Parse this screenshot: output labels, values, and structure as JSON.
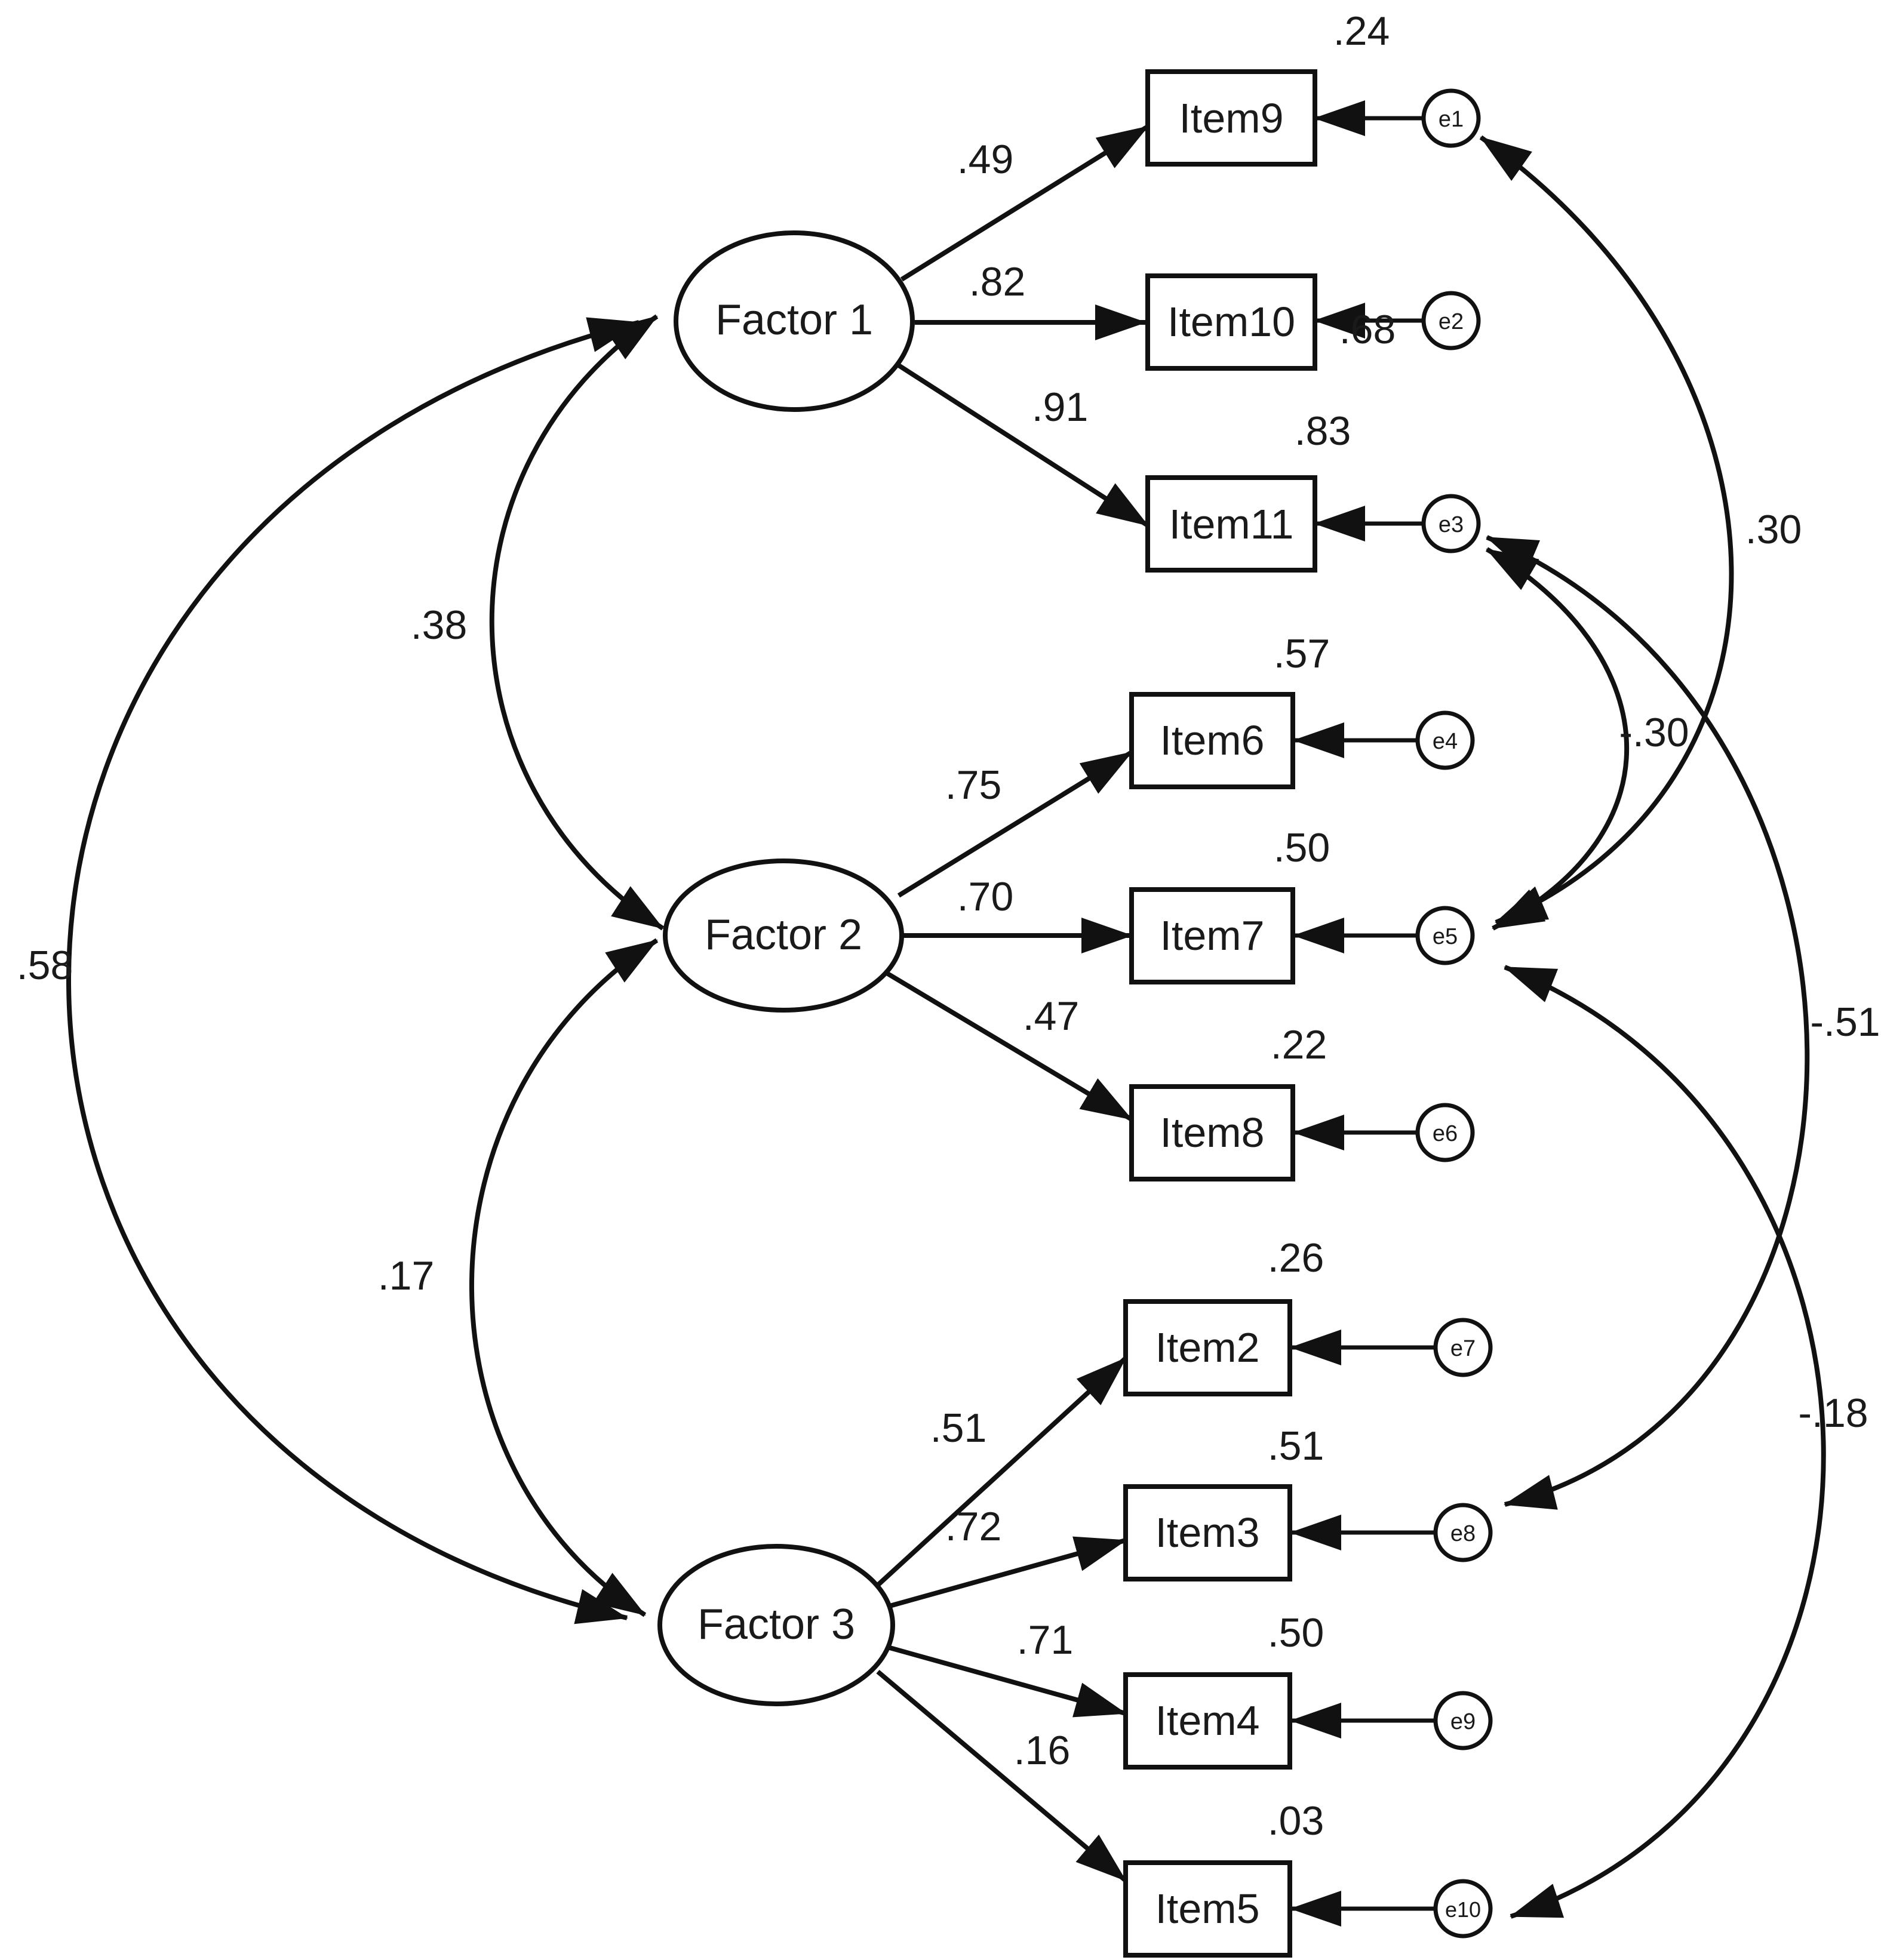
{
  "colors": {
    "stroke": "#111111",
    "text": "#1a1a1a",
    "background": "#ffffff"
  },
  "factors": [
    {
      "id": "f1",
      "label": "Factor 1"
    },
    {
      "id": "f2",
      "label": "Factor 2"
    },
    {
      "id": "f3",
      "label": "Factor 3"
    }
  ],
  "items": [
    {
      "id": "i9",
      "label": "Item9",
      "r2": ".24",
      "factor": "f1",
      "loading": ".49",
      "error": "e1"
    },
    {
      "id": "i10",
      "label": "Item10",
      "r2": ".68",
      "factor": "f1",
      "loading": ".82",
      "error": "e2"
    },
    {
      "id": "i11",
      "label": "Item11",
      "r2": ".83",
      "factor": "f1",
      "loading": ".91",
      "error": "e3"
    },
    {
      "id": "i6",
      "label": "Item6",
      "r2": ".57",
      "factor": "f2",
      "loading": ".75",
      "error": "e4"
    },
    {
      "id": "i7",
      "label": "Item7",
      "r2": ".50",
      "factor": "f2",
      "loading": ".70",
      "error": "e5"
    },
    {
      "id": "i8",
      "label": "Item8",
      "r2": ".22",
      "factor": "f2",
      "loading": ".47",
      "error": "e6"
    },
    {
      "id": "i2",
      "label": "Item2",
      "r2": ".26",
      "factor": "f3",
      "loading": ".51",
      "error": "e7"
    },
    {
      "id": "i3",
      "label": "Item3",
      "r2": ".51",
      "factor": "f3",
      "loading": ".72",
      "error": "e8"
    },
    {
      "id": "i4",
      "label": "Item4",
      "r2": ".50",
      "factor": "f3",
      "loading": ".71",
      "error": "e9"
    },
    {
      "id": "i5",
      "label": "Item5",
      "r2": ".03",
      "factor": "f3",
      "loading": ".16",
      "error": "e10"
    }
  ],
  "factor_covariances": [
    {
      "from": "f1",
      "to": "f2",
      "value": ".38"
    },
    {
      "from": "f2",
      "to": "f3",
      "value": ".17"
    },
    {
      "from": "f1",
      "to": "f3",
      "value": ".58"
    }
  ],
  "error_covariances": [
    {
      "from": "e1",
      "to": "e5",
      "value": ".30"
    },
    {
      "from": "e3",
      "to": "e5",
      "value": "-.30"
    },
    {
      "from": "e3",
      "to": "e8",
      "value": "-.51"
    },
    {
      "from": "e5",
      "to": "e10",
      "value": "-.18"
    }
  ]
}
